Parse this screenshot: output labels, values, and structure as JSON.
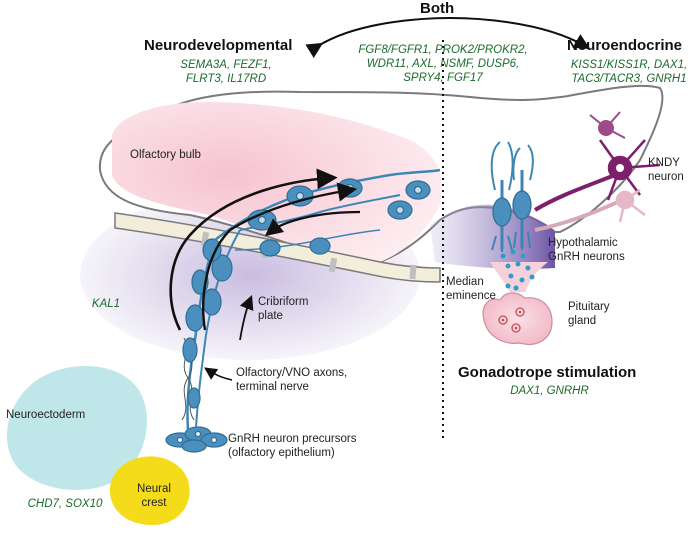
{
  "headings": {
    "both": "Both",
    "neurodevelopmental": "Neurodevelopmental",
    "neuroendocrine": "Neuroendocrine",
    "gonadotrope": "Gonadotrope stimulation"
  },
  "genes": {
    "neurodevelopmental": [
      "SEMA3A, FEZF1,",
      "FLRT3, IL17RD"
    ],
    "both": [
      "FGF8/FGFR1, PROK2/PROKR2,",
      "WDR11, AXL, NSMF, DUSP6,",
      "SPRY4, FGF17"
    ],
    "neuroendocrine": [
      "KISS1/KISS1R, DAX1,",
      "TAC3/TACR3, GNRH1"
    ],
    "gonadotrope": "DAX1, GNRHR",
    "kal1": "KAL1",
    "neural_crest": "CHD7, SOX10"
  },
  "labels": {
    "olfactory_bulb": "Olfactory bulb",
    "cribriform": [
      "Cribriform",
      "plate"
    ],
    "axons": [
      "Olfactory/VNO axons,",
      "terminal nerve"
    ],
    "precursors": [
      "GnRH neuron precursors",
      "(olfactory epithelium)"
    ],
    "kndy": [
      "KNDY",
      "neuron"
    ],
    "hypothalamic": [
      "Hypothalamic",
      "GnRH neurons"
    ],
    "median": [
      "Median",
      "eminence"
    ],
    "pituitary": [
      "Pituitary",
      "gland"
    ],
    "neuroectoderm": "Neuroectoderm",
    "neural_crest": [
      "Neural",
      "crest"
    ]
  },
  "colors": {
    "gene_text": "#1c6b2c",
    "neuron_blue": "#3d86b4",
    "kndy_purple": "#7d1f6b",
    "neuroectoderm": "#bfe6e8",
    "neural_crest": "#f5dc1a",
    "bulb_pink": "#fbdce4",
    "hypothalamus_purple": "#9f8cc3"
  }
}
